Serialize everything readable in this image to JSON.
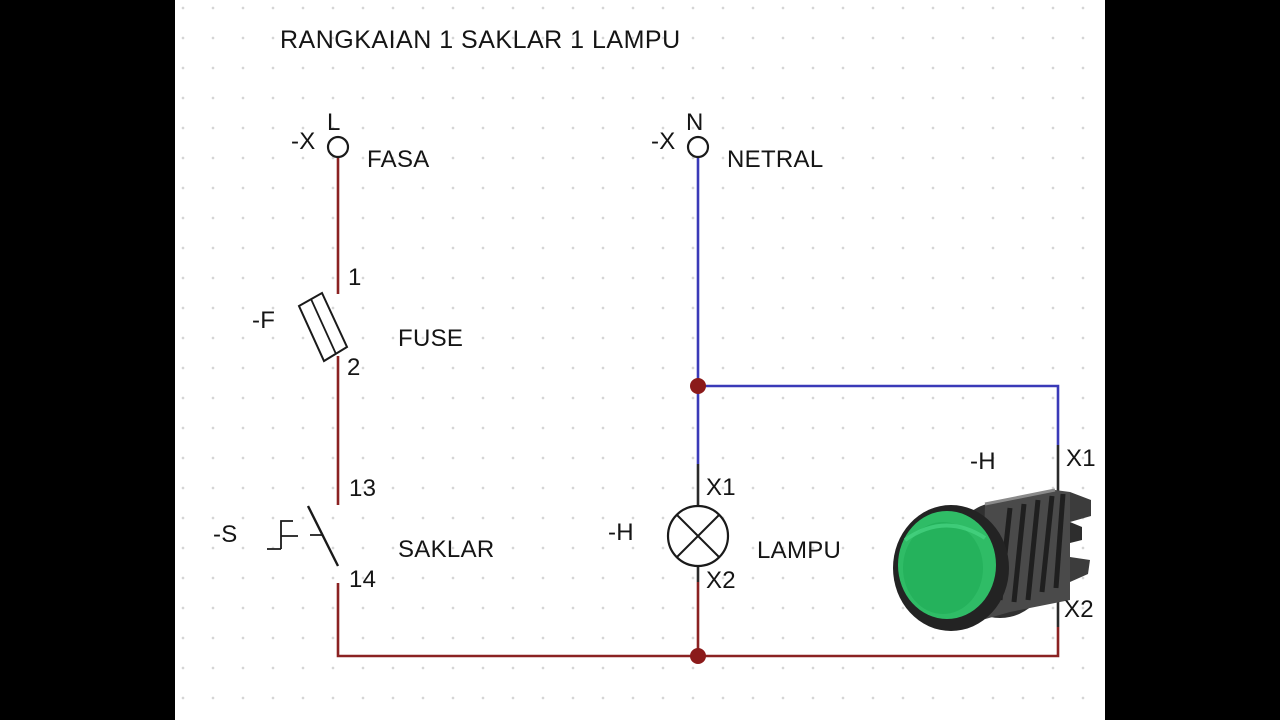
{
  "title": "RANGKAIAN 1 SAKLAR 1 LAMPU",
  "colors": {
    "wire_phase_red": "#8b2222",
    "wire_neutral_blue": "#3a3ab8",
    "junction_dot": "#8b1a1a",
    "symbol_black": "#1a1a1a",
    "lens_green": "#25b25c",
    "lens_green_ring": "#2fbc66"
  },
  "terminals": {
    "phase": {
      "ref": "-X",
      "pin": "L",
      "name": "FASA"
    },
    "neutral": {
      "ref": "-X",
      "pin": "N",
      "name": "NETRAL"
    }
  },
  "fuse": {
    "ref": "-F",
    "pin_top": "1",
    "pin_bottom": "2",
    "name": "FUSE"
  },
  "switch": {
    "ref": "-S",
    "pin_top": "13",
    "pin_bottom": "14",
    "name": "SAKLAR"
  },
  "lamp": {
    "ref": "-H",
    "pin_top": "X1",
    "pin_bottom": "X2",
    "name": "LAMPU"
  },
  "pilot_lamp_photo": {
    "ref": "-H",
    "terminal_top": "X1",
    "terminal_bottom": "X2"
  }
}
